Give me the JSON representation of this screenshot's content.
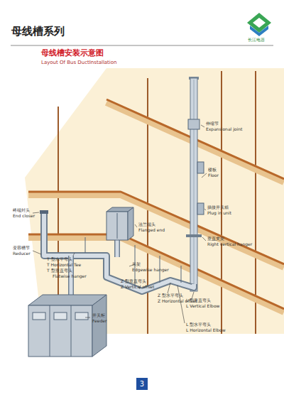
{
  "diagram": {
    "title": "母线槽安装示意图",
    "nodes": [
      {
        "text": [
          "3"
        ]
      }
    ],
    "labels": [
      "母线槽系列",
      "长江电器",
      "Layout Of Bus DuctInstallation",
      "伸缩节",
      "Expansional joint",
      "楼板",
      "Floor",
      "插接开关箱",
      "Plug in unit",
      "垂直支架",
      "Right vertical hanger",
      "终端封头",
      "End closer",
      "法兰端头",
      "Flanged end",
      "变容槽节",
      "Reducer",
      "T 型水平弯头",
      "T Horizontal Tee",
      "T 型垂直弯头",
      "Flatwise hanger",
      "吊架",
      "Edgewise hanger",
      "Z 型垂直弯头",
      "Z Vertical offset",
      "Z 型水平弯头",
      "Z Horizontal offset",
      "L 型垂直弯头",
      "L Vertical Elbow",
      "L 型水平弯头",
      "L Horizontal Elbow",
      "开关柜",
      "Feeder"
    ]
  }
}
